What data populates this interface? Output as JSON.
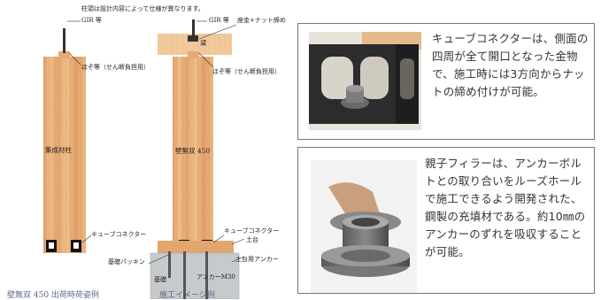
{
  "diagram": {
    "top_note": "柱頭は設計内容によって仕様が異なります。",
    "left": {
      "gir_label": "GIR 等",
      "hozo_label": "ほぞ等（せん断負担用）",
      "column_label": "集成材柱",
      "connector_label": "キューブコネクター",
      "caption": "壁無双 450 出荷時荷姿例"
    },
    "right": {
      "gir_label": "GIR 等",
      "fitting_label": "座金+ナット締め",
      "beam_label": "梁",
      "hozo_label": "ほぞ等（せん断負担用）",
      "wall_label": "壁無双 450",
      "connector_label": "キューブコネクター",
      "sill_label": "土台",
      "gasket_label": "基礎パッキン",
      "sill_anchor_label": "土台用アンカー",
      "anchor_label": "アンカーM30",
      "foundation_label": "基礎",
      "caption": "施工イメージ例"
    }
  },
  "cards": {
    "cube": {
      "text": "キューブコネクターは、側面の四周が全て開口となった金物で、施工時には3方向からナットの締め付けが可能。"
    },
    "filler": {
      "text": "親子フィラーは、アンカーボルトとの取り合いをルーズホールで施工できるよう開発された、鋼製の充填材である。約10㎜のアンカーのずれを吸収することが可能。"
    }
  },
  "colors": {
    "wood": "#e9b07a",
    "wood_grain": "#d18a4a",
    "beam": "#f1c89a",
    "foundation": "#c9ccce",
    "steel": "#2a2a2a"
  }
}
